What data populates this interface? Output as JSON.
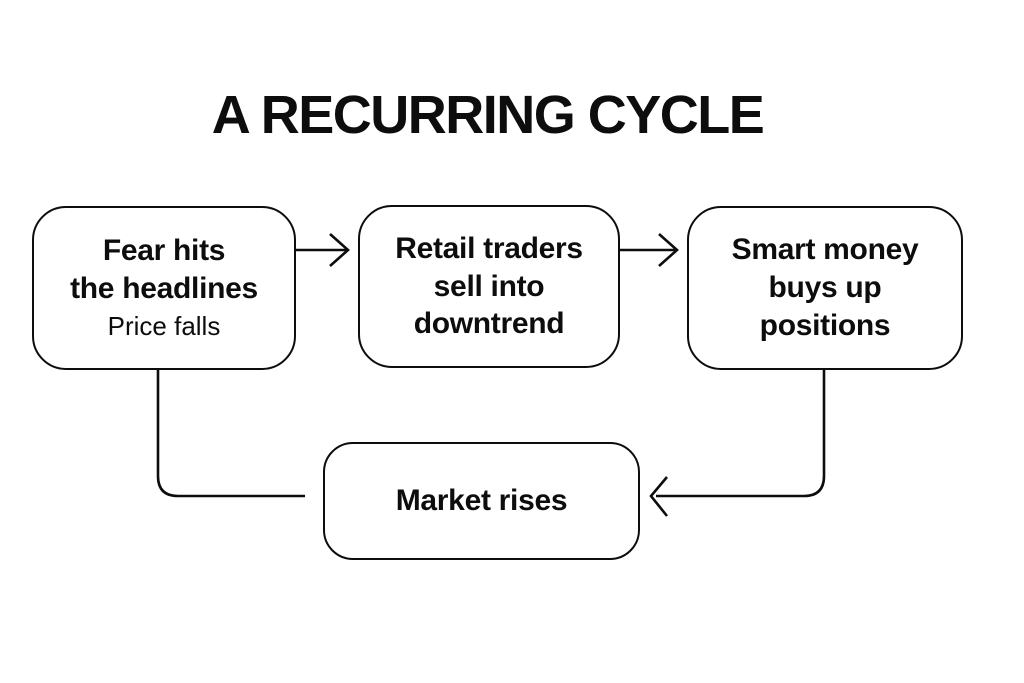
{
  "title": "A RECURRING CYCLE",
  "nodes": {
    "fear": {
      "label": "Fear hits\nthe headlines",
      "sublabel": "Price falls"
    },
    "retail": {
      "label": "Retail traders\nsell into\ndowntrend"
    },
    "smart": {
      "label": "Smart money\nbuys up\npositions"
    },
    "market": {
      "label": "Market rises"
    }
  },
  "connections": [
    {
      "from": "Fear hits the headlines",
      "to": "Retail traders sell into downtrend",
      "arrowhead": true
    },
    {
      "from": "Retail traders sell into downtrend",
      "to": "Smart money buys up positions",
      "arrowhead": true
    },
    {
      "from": "Smart money buys up positions",
      "to": "Market rises",
      "arrowhead": true
    },
    {
      "from": "Market rises",
      "to": "Fear hits the headlines",
      "arrowhead": false
    }
  ],
  "colors": {
    "background": "#ffffff",
    "line": "#0d0d0d",
    "text": "#0d0d0d"
  }
}
